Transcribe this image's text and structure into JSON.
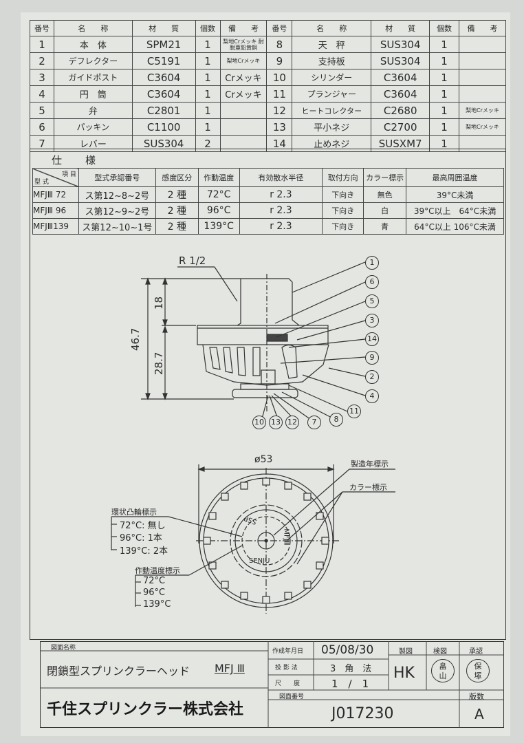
{
  "parts_table": {
    "headers": [
      "番号",
      "名　　称",
      "材　　質",
      "個数",
      "備　　考"
    ],
    "left": [
      {
        "no": "1",
        "name": "本　体",
        "material": "SPM21",
        "qty": "1",
        "note": "梨地Crメッキ 耐脱亜鉛黄銅"
      },
      {
        "no": "2",
        "name": "デフレクター",
        "material": "C5191",
        "qty": "1",
        "note": "梨地Crメッキ"
      },
      {
        "no": "3",
        "name": "ガイドポスト",
        "material": "C3604",
        "qty": "1",
        "note": "Crメッキ"
      },
      {
        "no": "4",
        "name": "円　筒",
        "material": "C3604",
        "qty": "1",
        "note": "Crメッキ"
      },
      {
        "no": "5",
        "name": "弁",
        "material": "C2801",
        "qty": "1",
        "note": ""
      },
      {
        "no": "6",
        "name": "パッキン",
        "material": "C1100",
        "qty": "1",
        "note": ""
      },
      {
        "no": "7",
        "name": "レバー",
        "material": "SUS304",
        "qty": "2",
        "note": ""
      }
    ],
    "right": [
      {
        "no": "8",
        "name": "天　秤",
        "material": "SUS304",
        "qty": "1",
        "note": ""
      },
      {
        "no": "9",
        "name": "支持板",
        "material": "SUS304",
        "qty": "1",
        "note": ""
      },
      {
        "no": "10",
        "name": "シリンダー",
        "material": "C3604",
        "qty": "1",
        "note": ""
      },
      {
        "no": "11",
        "name": "プランジャー",
        "material": "C3604",
        "qty": "1",
        "note": ""
      },
      {
        "no": "12",
        "name": "ヒートコレクター",
        "material": "C2680",
        "qty": "1",
        "note": "梨地Crメッキ"
      },
      {
        "no": "13",
        "name": "平小ネジ",
        "material": "C2700",
        "qty": "1",
        "note": "梨地Crメッキ"
      },
      {
        "no": "14",
        "name": "止めネジ",
        "material": "SUSXM7",
        "qty": "1",
        "note": ""
      }
    ]
  },
  "spec": {
    "title": "仕様",
    "corner_top": "項 目",
    "corner_bottom": "型 式",
    "headers": [
      "型式承認番号",
      "感度区分",
      "作動温度",
      "有効散水半径",
      "取付方向",
      "カラー標示",
      "最高周囲温度"
    ],
    "rows": [
      {
        "model": "MFJⅢ 72",
        "approval": "ス第12~8~2号",
        "sensitivity": "2 種",
        "temp": "72°C",
        "radius": "r 2.3",
        "direction": "下向き",
        "color": "無色",
        "ambient": "39°C未満"
      },
      {
        "model": "MFJⅢ 96",
        "approval": "ス第12~9~2号",
        "sensitivity": "2 種",
        "temp": "96°C",
        "radius": "r 2.3",
        "direction": "下向き",
        "color": "白",
        "ambient": "39°C以上　64°C未満"
      },
      {
        "model": "MFJⅢ139",
        "approval": "ス第12~10~1号",
        "sensitivity": "2 種",
        "temp": "139°C",
        "radius": "r 2.3",
        "direction": "下向き",
        "color": "青",
        "ambient": "64°C以上 106°C未満"
      }
    ]
  },
  "drawing": {
    "thread_label": "R 1/2",
    "dim_total": "46.7",
    "dim_top": "18",
    "dim_bottom": "28.7",
    "dim_diameter": "ø53",
    "balloons_right": [
      "1",
      "6",
      "5",
      "3",
      "14",
      "9",
      "2",
      "4",
      "11"
    ],
    "balloons_bottom": [
      "10",
      "13",
      "12",
      "7",
      "8"
    ],
    "plan_labels": {
      "year_mark": "製造年標示",
      "color_mark": "カラー標示",
      "ring_mark": "環状凸輪標示",
      "ring_items": [
        "72°C: 無し",
        "96°C: 1本",
        "139°C: 2本"
      ],
      "temp_mark": "作動温度標示",
      "temp_items": [
        "72°C",
        "96°C",
        "139°C"
      ],
      "stamp_top": "SSP",
      "stamp_bottom": "SENJU",
      "stamp_side": "MFJⅢ"
    }
  },
  "title_block": {
    "drawing_name_label": "図面名称",
    "drawing_name": "閉鎖型スプリンクラーヘッド",
    "model": "MFJ Ⅲ",
    "company": "千住スプリンクラー株式会社",
    "date_label": "作成年月日",
    "date": "05/08/30",
    "projection_label": "投 影 法",
    "projection": "3　角　法",
    "scale_label": "尺　　度",
    "scale": "1　/　1",
    "drawing_no_label": "図面番号",
    "drawing_no": "J017230",
    "drawn_label": "製図",
    "drawn": "HK",
    "checked_label": "検図",
    "checked_stamp": "畠山",
    "approved_label": "承認",
    "approved_stamp": "保塚",
    "revision_label": "版数",
    "revision": "A"
  }
}
